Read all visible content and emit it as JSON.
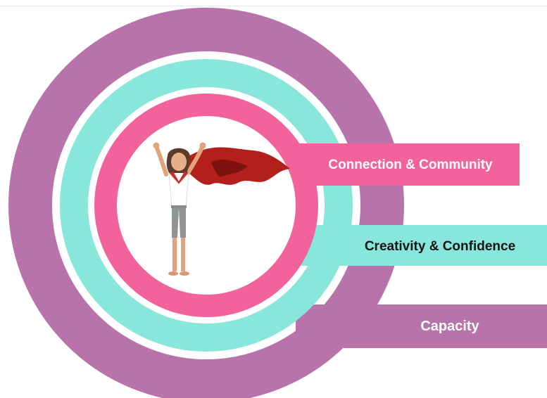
{
  "colors": {
    "outer_ring": "#b873aa",
    "middle_ring": "#88e6da",
    "inner_ring": "#f3639b",
    "center_fill": "#ffffff",
    "label_light_text": "#ffffff",
    "label_dark_text": "#141414",
    "cape": "#b3201c",
    "cape_dark": "#7d1210"
  },
  "rings": [
    {
      "label": "Connection & Community",
      "color_key": "inner_ring",
      "text_color_key": "label_light_text"
    },
    {
      "label": "Creativity & Confidence",
      "color_key": "middle_ring",
      "text_color_key": "label_dark_text"
    },
    {
      "label": "Capacity",
      "color_key": "outer_ring",
      "text_color_key": "label_light_text"
    }
  ],
  "center_image": {
    "icon": "superhero-woman-icon"
  }
}
